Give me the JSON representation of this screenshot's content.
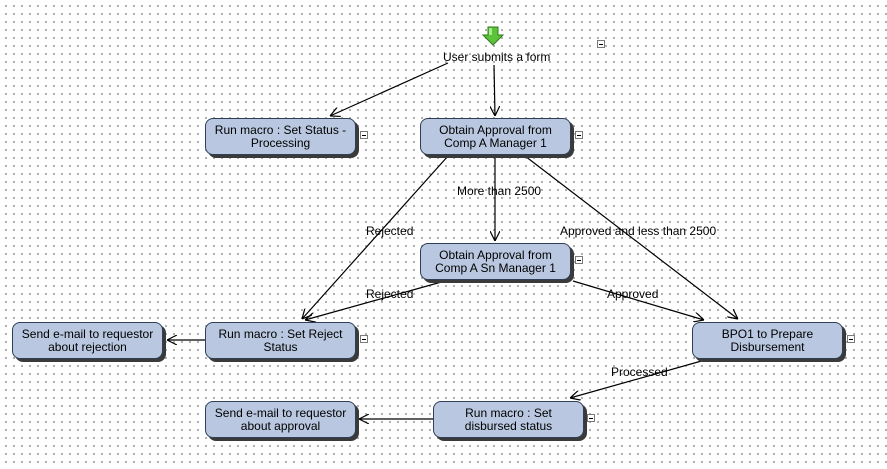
{
  "nodes": {
    "start_label": "User submits a form",
    "set_status_processing": "Run macro : Set Status - Processing",
    "approval_comp_a": "Obtain Approval from Comp A Manager 1",
    "approval_comp_a_sn": "Obtain Approval from Comp A Sn Manager 1",
    "email_rejection": "Send e-mail to requestor about rejection",
    "set_reject_status": "Run macro : Set Reject Status",
    "bpo1_disbursement": "BPO1 to Prepare Disbursement",
    "email_approval": "Send e-mail to requestor about approval",
    "set_disbursed_status": "Run macro : Set disbursed status"
  },
  "edges": {
    "more_than_2500": "More than 2500",
    "rejected_1": "Rejected",
    "approved_less_2500": "Approved and less than 2500",
    "rejected_2": "Rejected",
    "approved": "Approved",
    "processed": "Processed"
  },
  "colors": {
    "node_fill": "#b9c8e0",
    "node_border": "#2f3f55",
    "start_arrow": "#5cc23a"
  }
}
